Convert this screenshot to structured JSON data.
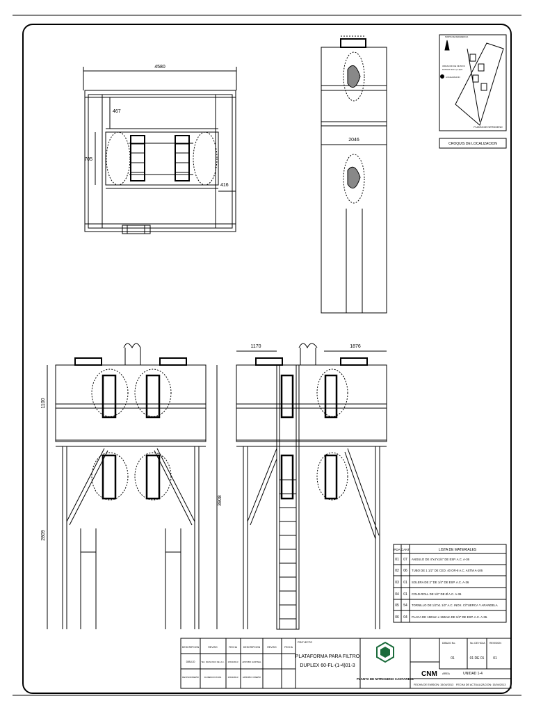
{
  "dimensions": {
    "plan_width": "4580",
    "plan_offset_top": "467",
    "plan_height": "705",
    "plan_offset_right": "416",
    "side_width": "2046",
    "front_top": "1100",
    "front_total": "3908",
    "front_lower": "2809",
    "ladder_offset": "1170",
    "right_offset": "1876"
  },
  "location": {
    "caption": "CROQUIS DE LOCALIZACION",
    "plant_label": "PLANTA DE NITROGENO",
    "legend_north": "NORTE DE REFERENCIA",
    "legend_lines": [
      "UBICACION DE FILTROS",
      "DUPLEX 60-FL-(1-4)01"
    ],
    "legend_marker": "LOCALIZACION"
  },
  "materials": {
    "headers": [
      "PDA",
      "CANT",
      "LISTA DE MATERIALES"
    ],
    "rows": [
      {
        "pda": "01",
        "cant": "07",
        "desc": "ANGULO DE 4\"x4\"x1/4\" DE ESP. A.C. A-36"
      },
      {
        "pda": "02",
        "cant": "06",
        "desc": "TUBO DE 1 1/2\" DE CED. 40 OR-8 A.C. ASTM A-106"
      },
      {
        "pda": "03",
        "cant": "01",
        "desc": "SOLERA DE 2\" DE 1/4\" DE ESP. A.C. A-36"
      },
      {
        "pda": "04",
        "cant": "01",
        "desc": "COLD-ROLL DE 1/2\" DE Ø A.C. A-36"
      },
      {
        "pda": "05",
        "cant": "54",
        "desc": "TORNILLO DE 1/2\"x1 1/2\" A.C. INOX. C/TUERCA Y ARANDELA"
      },
      {
        "pda": "06",
        "cant": "04",
        "desc": "PLACA DE 150mm x 150mm DE 1/2\" DE ESP. A.C. A-36."
      }
    ]
  },
  "title_block": {
    "rev_headers": [
      "DESCRIPCION",
      "REVISO",
      "FECHA",
      "DESCRIPCION",
      "REVISO",
      "FECHA"
    ],
    "rev_row1": [
      "DIBUJO",
      "TEC. FRANCISCO DE LA C.",
      "15/04/2013",
      "APROBO: ESPINEL",
      ""
    ],
    "rev_row2": [
      "REVISO/DISEÑO",
      "FLORENCIO ROJAS",
      "15/04/2013",
      "APROBO: DISEÑO",
      ""
    ],
    "proyecto_label": "PROYECTO",
    "title_line1": "PLATAFORMA PARA FILTRO",
    "title_line2": "DUPLEX 60-FL-(1-4)01-3",
    "company": "PLANTA DE NITROGENO CANTARELL",
    "brand": "CNM",
    "dibujo_label": "DIBUJO No.",
    "dibujo_no": "01",
    "hoja_label": "No. DE HOJA",
    "hoja": "01 DE 01",
    "rev_label": "REVISION",
    "rev": "01",
    "area_label": "AREA",
    "area": "UNIDAD 1-4",
    "fecha_emision": "FECHA DE EMISION: 15/04/2013",
    "fecha_actual": "FECHA DE ACTUALIZACION: 15/04/2013"
  }
}
